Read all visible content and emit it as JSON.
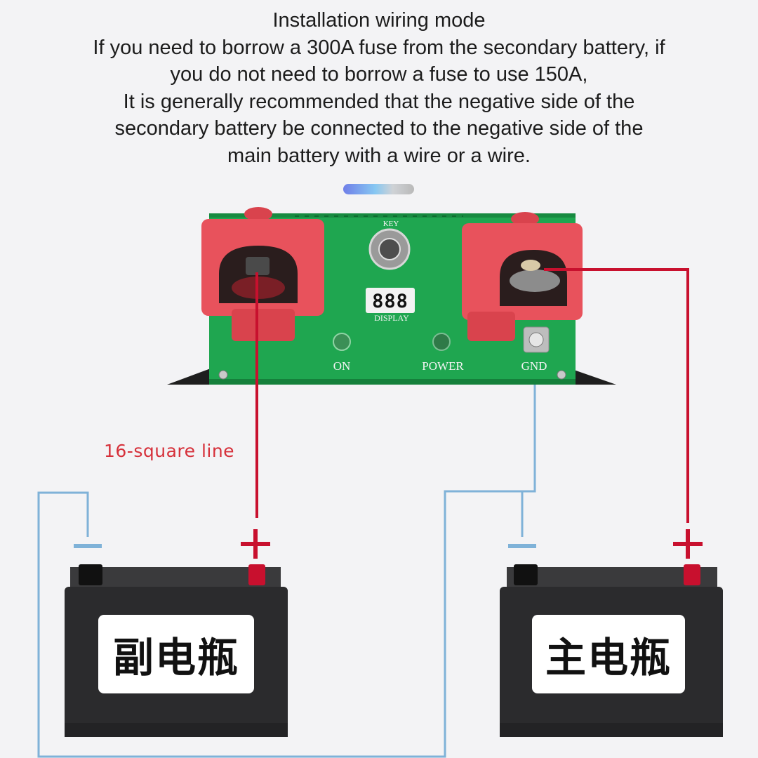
{
  "header": {
    "title": "Installation wiring mode",
    "lines": [
      "If you need to borrow a 300A fuse from the secondary battery, if",
      "you do not need to borrow a fuse to use 150A,",
      "It is generally recommended that the negative side of the",
      "secondary battery be connected to the negative side of the",
      "main battery with a wire or a wire."
    ]
  },
  "device": {
    "key_label": "KEY",
    "display_digits": "888",
    "display_label": "DISPLAY",
    "on_label": "ON",
    "power_label": "POWER",
    "gnd_label": "GND"
  },
  "wire_label": "16-square line",
  "batteries": {
    "secondary": {
      "label": "副电瓶",
      "negative_symbol": "−",
      "positive_symbol": "+"
    },
    "main": {
      "label": "主电瓶",
      "negative_symbol": "−",
      "positive_symbol": "+"
    }
  },
  "colors": {
    "board_green": "#1fa650",
    "terminal_red": "#e8525c",
    "positive_wire": "#c8102e",
    "negative_wire": "#7fb2d8",
    "battery_body": "#2b2b2d",
    "label_red": "#d6303a"
  }
}
